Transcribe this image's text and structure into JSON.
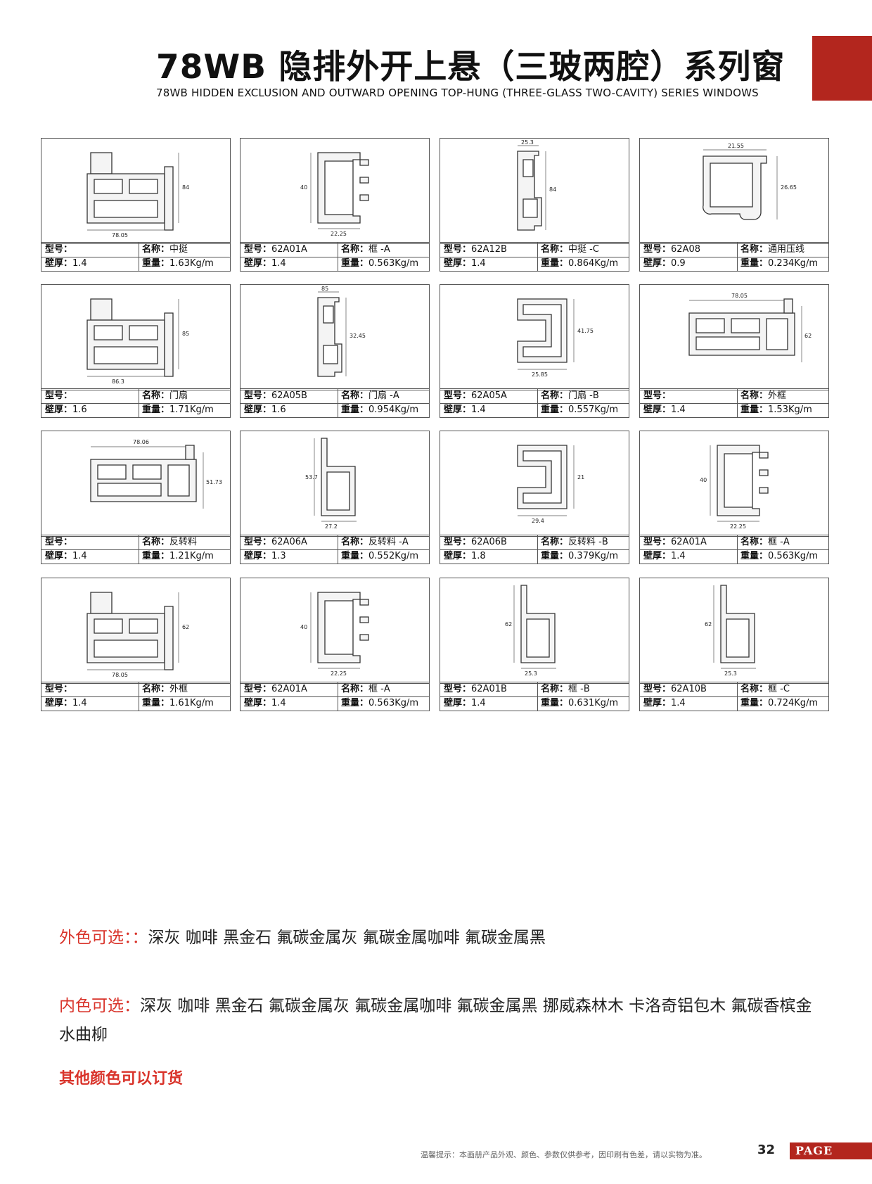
{
  "header": {
    "title": "78WB 隐排外开上悬（三玻两腔）系列窗",
    "subtitle": "78WB HIDDEN EXCLUSION AND OUTWARD OPENING TOP-HUNG (THREE-GLASS TWO-CAVITY) SERIES WINDOWS"
  },
  "labels": {
    "model": "型号：",
    "name": "名称：",
    "wall": "壁厚：",
    "weight": "重量："
  },
  "profiles": [
    {
      "model": "",
      "name": "中挺",
      "wall": "1.4",
      "weight": "1.63Kg/m",
      "dims": [
        "84",
        "78.05"
      ]
    },
    {
      "model": "62A01A",
      "name": "框 -A",
      "wall": "1.4",
      "weight": "0.563Kg/m",
      "dims": [
        "40",
        "22.25"
      ]
    },
    {
      "model": "62A12B",
      "name": "中挺 -C",
      "wall": "1.4",
      "weight": "0.864Kg/m",
      "dims": [
        "25.3",
        "84"
      ]
    },
    {
      "model": "62A08",
      "name": "通用压线",
      "wall": "0.9",
      "weight": "0.234Kg/m",
      "dims": [
        "21.55",
        "26.65"
      ]
    },
    {
      "model": "",
      "name": "门扇",
      "wall": "1.6",
      "weight": "1.71Kg/m",
      "dims": [
        "85",
        "86.3"
      ]
    },
    {
      "model": "62A05B",
      "name": "门扇 -A",
      "wall": "1.6",
      "weight": "0.954Kg/m",
      "dims": [
        "85",
        "32.45"
      ]
    },
    {
      "model": "62A05A",
      "name": "门扇 -B",
      "wall": "1.4",
      "weight": "0.557Kg/m",
      "dims": [
        "41.75",
        "25.85"
      ]
    },
    {
      "model": "",
      "name": "外框",
      "wall": "1.4",
      "weight": "1.53Kg/m",
      "dims": [
        "78.05",
        "62"
      ]
    },
    {
      "model": "",
      "name": "反转料",
      "wall": "1.4",
      "weight": "1.21Kg/m",
      "dims": [
        "78.06",
        "51.73"
      ]
    },
    {
      "model": "62A06A",
      "name": "反转料 -A",
      "wall": "1.3",
      "weight": "0.552Kg/m",
      "dims": [
        "53.7",
        "27.2"
      ]
    },
    {
      "model": "62A06B",
      "name": "反转料 -B",
      "wall": "1.8",
      "weight": "0.379Kg/m",
      "dims": [
        "21",
        "29.4"
      ]
    },
    {
      "model": "62A01A",
      "name": "框 -A",
      "wall": "1.4",
      "weight": "0.563Kg/m",
      "dims": [
        "40",
        "22.25"
      ]
    },
    {
      "model": "",
      "name": "外框",
      "wall": "1.4",
      "weight": "1.61Kg/m",
      "dims": [
        "62",
        "78.05"
      ]
    },
    {
      "model": "62A01A",
      "name": "框 -A",
      "wall": "1.4",
      "weight": "0.563Kg/m",
      "dims": [
        "40",
        "22.25"
      ]
    },
    {
      "model": "62A01B",
      "name": "框 -B",
      "wall": "1.4",
      "weight": "0.631Kg/m",
      "dims": [
        "62",
        "25.3"
      ]
    },
    {
      "model": "62A10B",
      "name": "框 -C",
      "wall": "1.4",
      "weight": "0.724Kg/m",
      "dims": [
        "62",
        "25.3"
      ]
    }
  ],
  "colors": {
    "outer_label": "外色可选：：",
    "outer_values": "深灰 咖啡 黑金石 氟碳金属灰 氟碳金属咖啡 氟碳金属黑",
    "inner_label": "内色可选：",
    "inner_values": "深灰 咖啡 黑金石 氟碳金属灰 氟碳金属咖啡 氟碳金属黑 挪威森林木 卡洛奇铝包木 氟碳香槟金 水曲柳",
    "order_note": "其他颜色可以订货"
  },
  "footer": {
    "note": "温馨提示：本画册产品外观、颜色、参数仅供参考，因印刷有色差，请以实物为准。",
    "page_number": "32",
    "page_label": "PAGE"
  },
  "theme": {
    "accent": "#b3261e",
    "highlight_text": "#d9342b"
  }
}
